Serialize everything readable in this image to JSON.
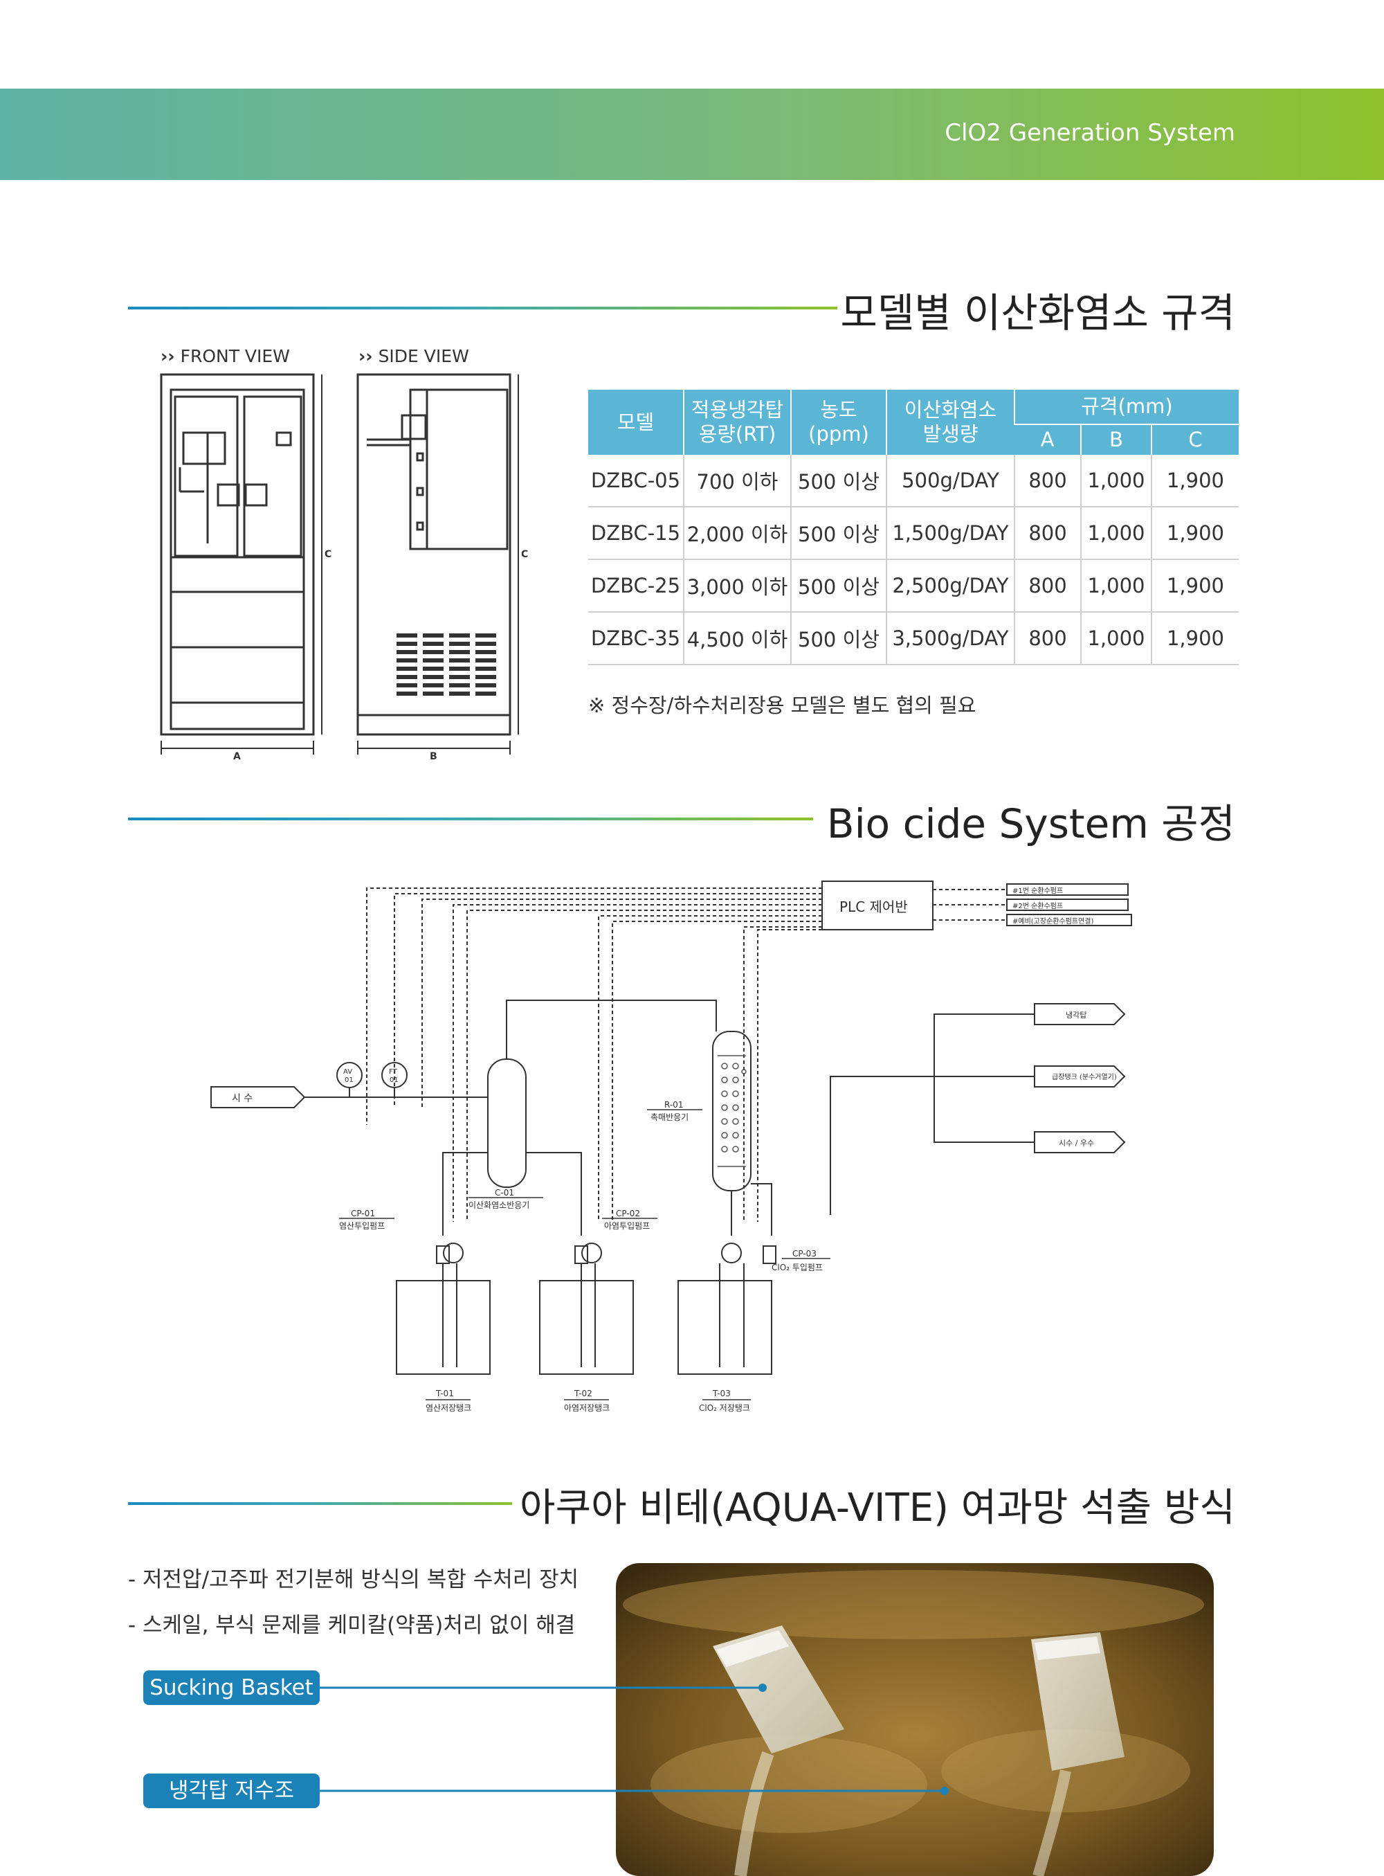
{
  "header": {
    "banner_title": "ClO2 Generation System"
  },
  "section1": {
    "title": "모델별 이산화염소 규격",
    "front_view_label": "FRONT VIEW",
    "side_view_label": "SIDE VIEW",
    "dimension_labels": {
      "c": "C",
      "a": "A",
      "b": "B"
    },
    "table": {
      "headers": {
        "model": "모델",
        "capacity": "적용냉각탑\n용량(RT)",
        "concentration": "농도\n(ppm)",
        "generation": "이산화염소\n발생량",
        "spec": "규격(mm)",
        "a": "A",
        "b": "B",
        "c": "C"
      },
      "rows": [
        {
          "model": "DZBC-05",
          "capacity": "700 이하",
          "concentration": "500 이상",
          "generation": "500g/DAY",
          "a": "800",
          "b": "1,000",
          "c": "1,900"
        },
        {
          "model": "DZBC-15",
          "capacity": "2,000 이하",
          "concentration": "500 이상",
          "generation": "1,500g/DAY",
          "a": "800",
          "b": "1,000",
          "c": "1,900"
        },
        {
          "model": "DZBC-25",
          "capacity": "3,000 이하",
          "concentration": "500 이상",
          "generation": "2,500g/DAY",
          "a": "800",
          "b": "1,000",
          "c": "1,900"
        },
        {
          "model": "DZBC-35",
          "capacity": "4,500 이하",
          "concentration": "500 이상",
          "generation": "3,500g/DAY",
          "a": "800",
          "b": "1,000",
          "c": "1,900"
        }
      ]
    },
    "note": "※ 정수장/하수처리장용 모델은 별도 협의 필요"
  },
  "section2": {
    "title": "Bio cide System 공정",
    "diagram": {
      "plc": "PLC 제어반",
      "plc_outputs": [
        "#1번 순환수펌프",
        "#2번 순환수펌프",
        "#예비(고장순환수펌프연결)"
      ],
      "outlets": [
        "냉각탑",
        "급장탱크\n(분수거열기)",
        "시수 / 우수"
      ],
      "inlet": "시 수",
      "av": [
        "AV",
        "01"
      ],
      "ft": [
        "FT",
        "01"
      ],
      "r01": {
        "code": "R-01",
        "name": "촉매반응기"
      },
      "c01": {
        "code": "C-01",
        "name": "이산화염소반응기"
      },
      "cp01": {
        "code": "CP-01",
        "name": "염산투입펌프"
      },
      "cp02": {
        "code": "CP-02",
        "name": "아염투입펌프"
      },
      "cp03": {
        "code": "CP-03",
        "name": "ClO₂ 투입펌프"
      },
      "t01": {
        "code": "T-01",
        "name": "염산저장탱크"
      },
      "t02": {
        "code": "T-02",
        "name": "아염저장탱크"
      },
      "t03": {
        "code": "T-03",
        "name": "ClO₂ 저장탱크"
      }
    }
  },
  "section3": {
    "title": "아쿠아 비테(AQUA-VITE) 여과망 석출 방식",
    "bullets": [
      "- 저전압/고주파 전기분해 방식의 복합 수처리 장치",
      "- 스케일, 부식 문제를 케미칼(약품)처리 없이 해결"
    ],
    "labels": [
      "Sucking Basket",
      "냉각탑 저수조"
    ]
  }
}
